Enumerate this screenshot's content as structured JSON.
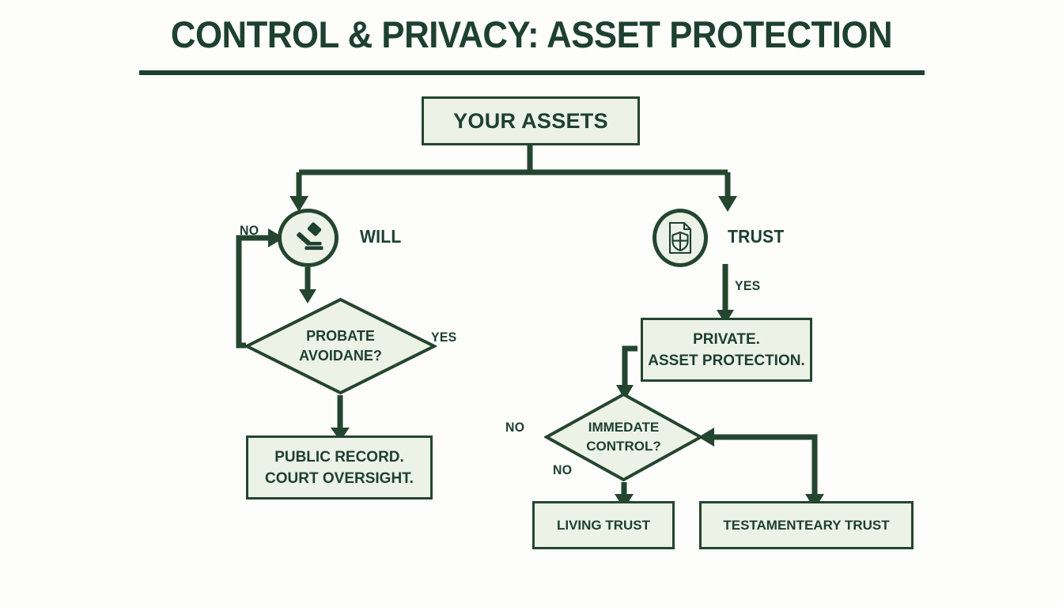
{
  "page": {
    "title": "CONTROL & PRIVACY: ASSET PROTECTION",
    "background_color": "#FDFDFB",
    "accent_color": "#1D4031",
    "node_fill_color": "#EDF2E6",
    "node_border_color": "#24452F"
  },
  "diagram": {
    "type": "flowchart",
    "root": {
      "label": "YOUR ASSETS"
    },
    "branches": {
      "will": {
        "icon": "gavel-icon",
        "label": "WILL"
      },
      "trust": {
        "icon": "document-shield-icon",
        "label": "TRUST"
      }
    },
    "decisions": {
      "probate": {
        "line1": "PROBATE",
        "line2": "AVOIDANE?"
      },
      "control": {
        "line1": "IMMEDATE",
        "line2": "CONTROL?"
      }
    },
    "outcomes": {
      "public_record": {
        "line1": "PUBLIC RECORD.",
        "line2": "COURT OVERSIGHT."
      },
      "private": {
        "line1": "PRIVATE.",
        "line2": "ASSET PROTECTION."
      },
      "living_trust": {
        "label": "LIVING TRUST"
      },
      "testamentary_trust": {
        "label": "TESTAMENTEARY TRUST"
      }
    },
    "edge_labels": {
      "no_to_will": "NO",
      "yes_from_probate": "YES",
      "yes_from_trust": "YES",
      "no_left_of_control": "NO",
      "no_below_control": "NO"
    }
  }
}
